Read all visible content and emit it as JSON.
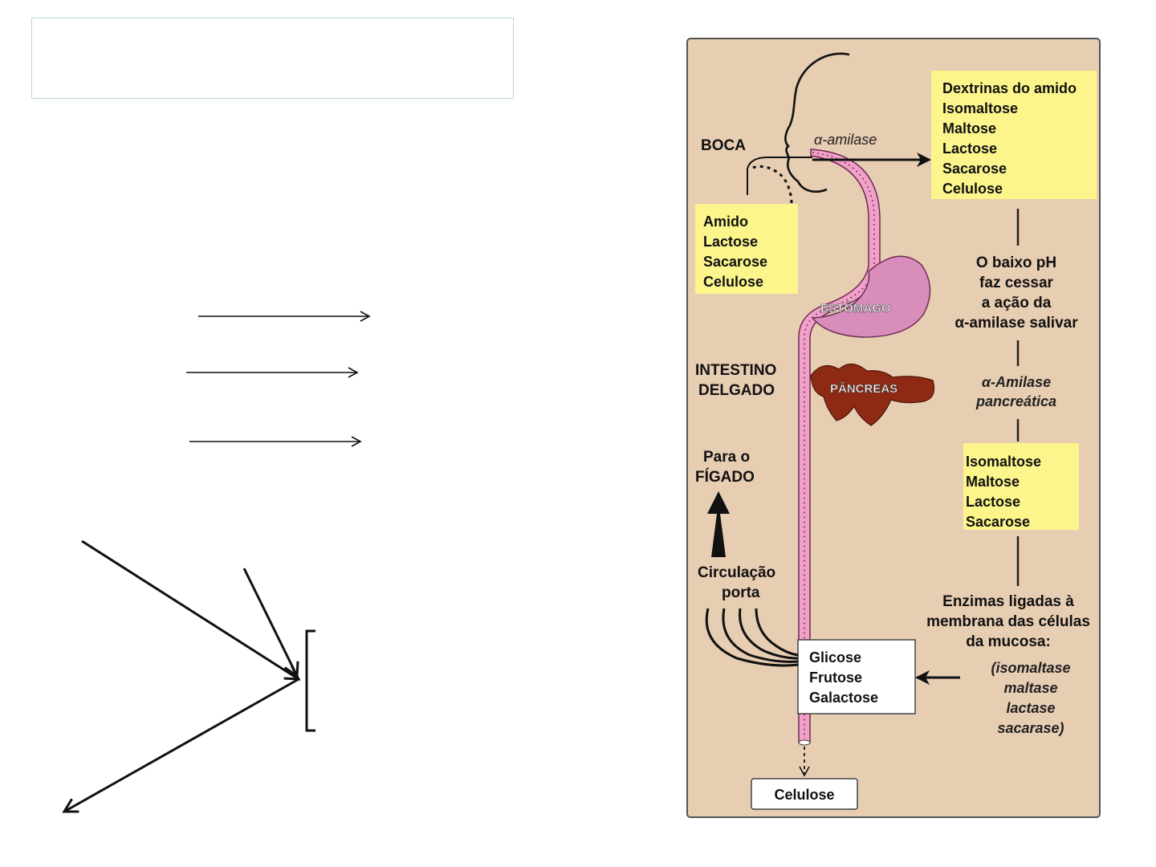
{
  "colors": {
    "panel": "#e7cdb2",
    "yellow_box": "#fbf58c",
    "esophagus": "#f1a0c8",
    "stomach": "#d88dbb",
    "pancreas": "#8e2a14"
  },
  "diagram": {
    "mouth_label": "BOCA",
    "salivary_enzyme": "α-amilase",
    "intake_carbs": [
      "Amido",
      "Lactose",
      "Sacarose",
      "Celulose"
    ],
    "after_mouth": [
      "Dextrinas do amido",
      "Isomaltose",
      "Maltose",
      "Lactose",
      "Sacarose",
      "Celulose"
    ],
    "low_ph_note": [
      "O baixo pH",
      "faz cessar",
      "a ação da",
      "α-amilase salivar"
    ],
    "stomach_label": "ESTÔMAGO",
    "small_intestine_label": [
      "INTESTINO",
      "DELGADO"
    ],
    "pancreas_label": "PÂNCREAS",
    "pancreatic_enzyme": [
      "α-Amilase",
      "pancreática"
    ],
    "after_pancreas": [
      "Isomaltose",
      "Maltose",
      "Lactose",
      "Sacarose"
    ],
    "membrane_enzymes_title": [
      "Enzimas ligadas à",
      "membrana das células",
      "da mucosa:"
    ],
    "membrane_enzymes": [
      "(isomaltase",
      "maltase",
      "lactase",
      "sacarase)"
    ],
    "monosaccharides": [
      "Glicose",
      "Frutose",
      "Galactose"
    ],
    "to_liver": [
      "Para o",
      "FÍGADO"
    ],
    "portal_circulation": [
      "Circulação",
      "porta"
    ],
    "excreted": "Celulose"
  }
}
